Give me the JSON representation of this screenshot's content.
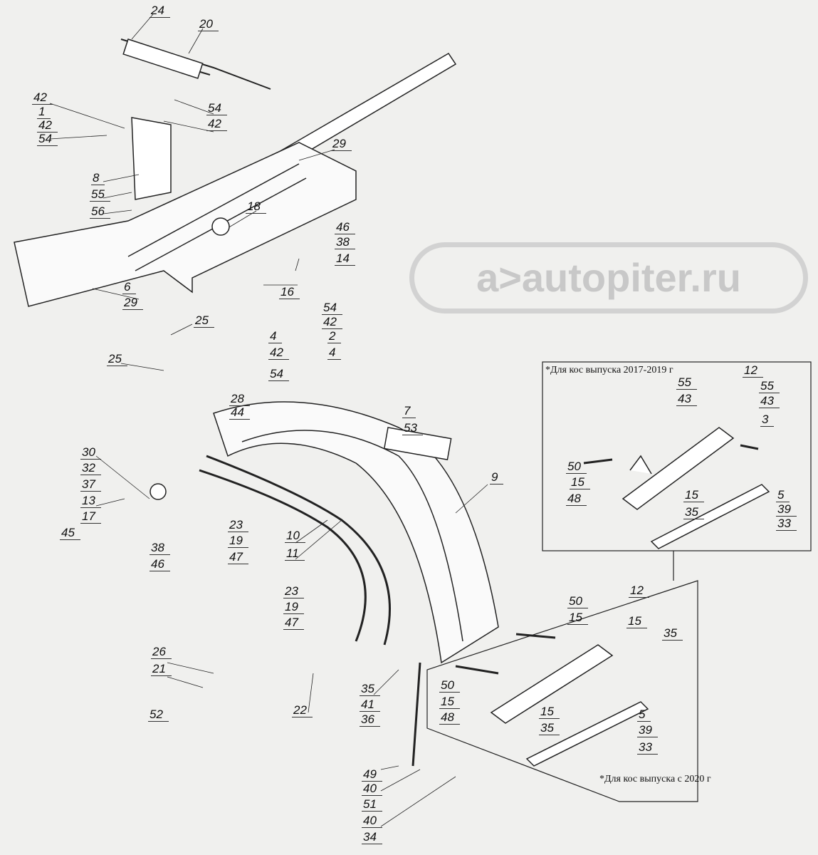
{
  "watermark": "a>autopiter.ru",
  "inset_notes": {
    "top": "*Для кос выпуска 2017-2019 г",
    "bottom": "*Для кос выпуска с 2020 г"
  },
  "callouts": [
    "24",
    "20",
    "42",
    "1",
    "42",
    "54",
    "54",
    "42",
    "29",
    "8",
    "55",
    "56",
    "18",
    "46",
    "38",
    "14",
    "6",
    "16",
    "29",
    "25",
    "25",
    "54",
    "42",
    "2",
    "4",
    "42",
    "4",
    "54",
    "28",
    "44",
    "7",
    "53",
    "30",
    "32",
    "37",
    "13",
    "17",
    "45",
    "38",
    "46",
    "23",
    "19",
    "47",
    "9",
    "10",
    "11",
    "23",
    "19",
    "47",
    "26",
    "21",
    "52",
    "22",
    "35",
    "41",
    "36",
    "49",
    "40",
    "51",
    "40",
    "34"
  ],
  "inset_top_callouts": [
    "55",
    "43",
    "12",
    "55",
    "43",
    "3",
    "50",
    "15",
    "48",
    "15",
    "35",
    "5",
    "39",
    "33"
  ],
  "inset_bottom_callouts": [
    "50",
    "15",
    "12",
    "15",
    "35",
    "50",
    "15",
    "48",
    "15",
    "35",
    "5",
    "39",
    "33"
  ]
}
